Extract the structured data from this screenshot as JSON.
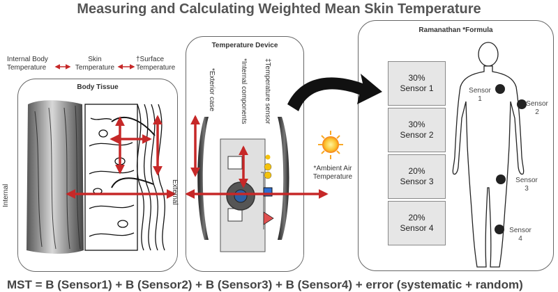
{
  "title": "Measuring and Calculating Weighted Mean Skin Temperature",
  "legend": {
    "internal_label": "Internal Body Temperature",
    "skin_label": "Skin Temperature",
    "surface_label": "†Surface Temperature"
  },
  "body_tissue": {
    "title": "Body Tissue",
    "internal_label": "Internal",
    "external_label": "External"
  },
  "device": {
    "title": "Temperature Device",
    "exterior_case": "*Exterior case",
    "internal_components": "*Internal components",
    "temperature_sensor": "‡Temperature sensor"
  },
  "ambient": {
    "label": "*Ambient Air Temperature"
  },
  "formula_panel": {
    "title": "Ramanathan *Formula",
    "sensors": [
      {
        "weight": "30%",
        "name": "Sensor 1"
      },
      {
        "weight": "30%",
        "name": "Sensor 2"
      },
      {
        "weight": "20%",
        "name": "Sensor 3"
      },
      {
        "weight": "20%",
        "name": "Sensor 4"
      }
    ],
    "body_sensors": [
      {
        "label": "Sensor 1"
      },
      {
        "label": "Sensor 2"
      },
      {
        "label": "Sensor 3"
      },
      {
        "label": "Sensor 4"
      }
    ]
  },
  "formula": "MST = B (Sensor1) + B (Sensor2) + B (Sensor3) + B (Sensor4) + error (systematic + random)",
  "colors": {
    "arrow": "#c62828",
    "panel_border": "#666666",
    "sensor_box": "#e6e6e6"
  }
}
